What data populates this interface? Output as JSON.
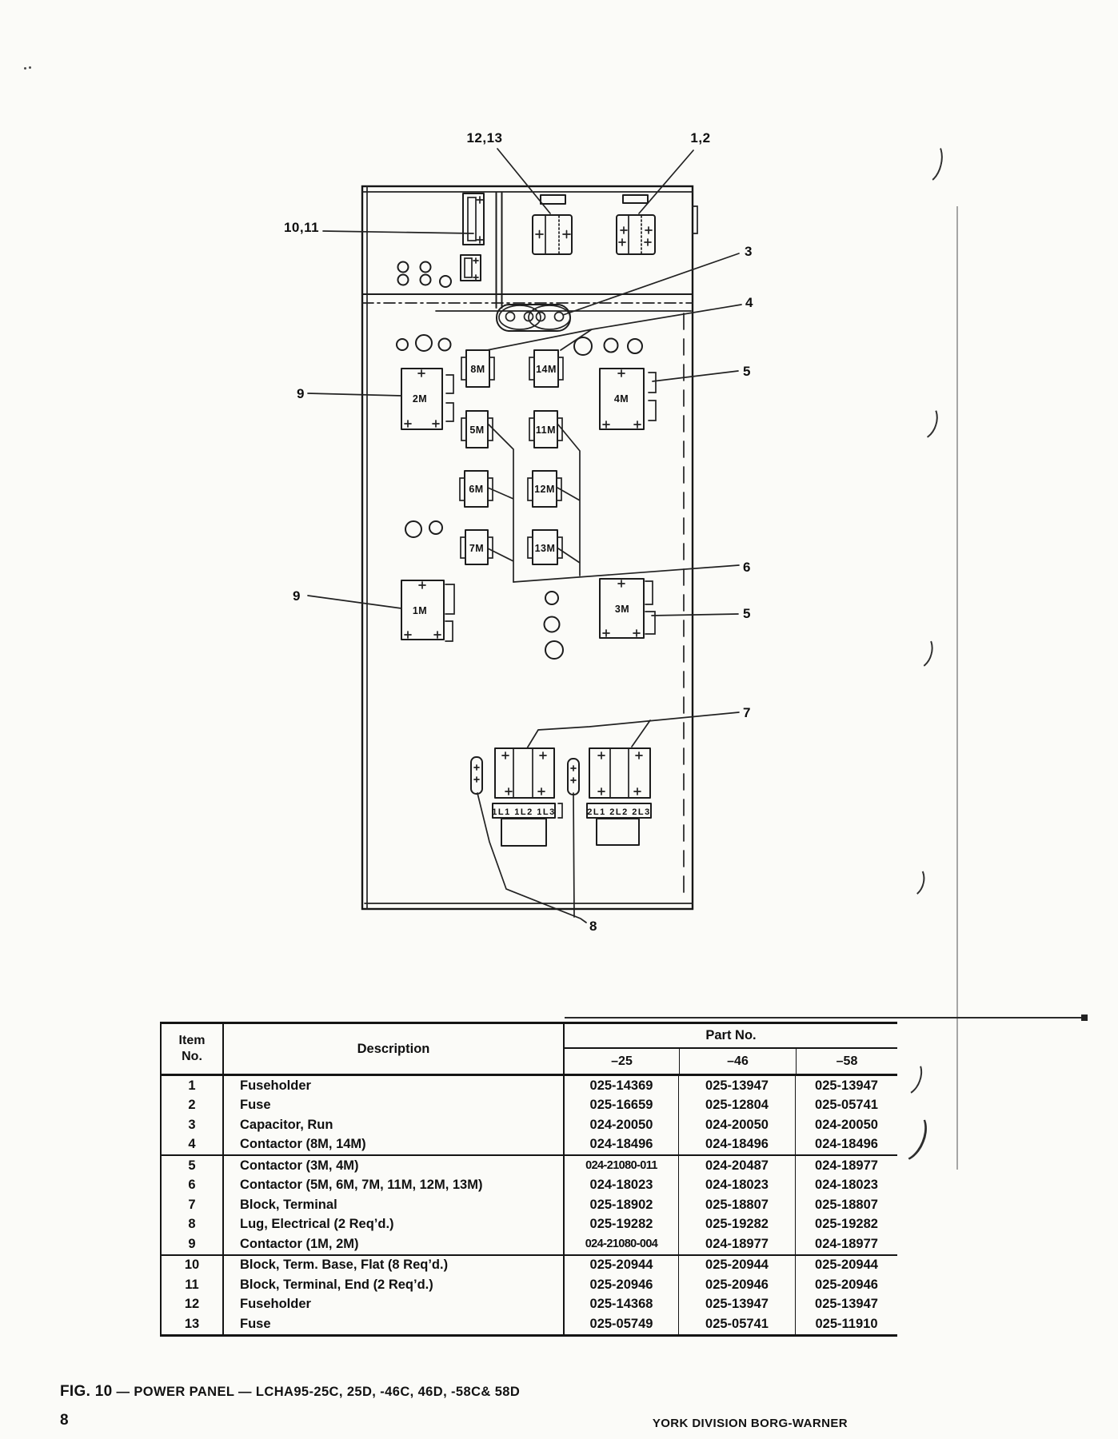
{
  "diagram": {
    "callouts": {
      "c12_13": "12,13",
      "c1_2": "1,2",
      "c10_11": "10,11",
      "c3": "3",
      "c4": "4",
      "c5_top": "5",
      "c9_top": "9",
      "c6": "6",
      "c9_bottom": "9",
      "c5_bottom": "5",
      "c7": "7",
      "c8": "8"
    },
    "contactors": {
      "m8": "8M",
      "m14": "14M",
      "m2": "2M",
      "m4": "4M",
      "m5": "5M",
      "m11": "11M",
      "m6": "6M",
      "m12": "12M",
      "m7": "7M",
      "m13": "13M",
      "m1": "1M",
      "m3": "3M"
    },
    "terminal_strips": {
      "left": "1L1  1L2  1L3",
      "right": "2L1 2L2 2L3"
    }
  },
  "table": {
    "header": {
      "item_line1": "Item",
      "item_line2": "No.",
      "description": "Description",
      "part_no": "Part No.",
      "col_25": "–25",
      "col_46": "–46",
      "col_58": "–58"
    },
    "rows": [
      {
        "item": "1",
        "desc": "Fuseholder",
        "p25": "025-14369",
        "p46": "025-13947",
        "p58": "025-13947"
      },
      {
        "item": "2",
        "desc": "Fuse",
        "p25": "025-16659",
        "p46": "025-12804",
        "p58": "025-05741"
      },
      {
        "item": "3",
        "desc": "Capacitor, Run",
        "p25": "024-20050",
        "p46": "024-20050",
        "p58": "024-20050"
      },
      {
        "item": "4",
        "desc": "Contactor (8M, 14M)",
        "p25": "024-18496",
        "p46": "024-18496",
        "p58": "024-18496"
      },
      {
        "item": "5",
        "desc": "Contactor (3M, 4M)",
        "p25": "024-21080-011",
        "p46": "024-20487",
        "p58": "024-18977"
      },
      {
        "item": "6",
        "desc": "Contactor (5M, 6M, 7M, 11M, 12M, 13M)",
        "p25": "024-18023",
        "p46": "024-18023",
        "p58": "024-18023"
      },
      {
        "item": "7",
        "desc": "Block, Terminal",
        "p25": "025-18902",
        "p46": "025-18807",
        "p58": "025-18807"
      },
      {
        "item": "8",
        "desc": "Lug, Electrical (2 Req’d.)",
        "p25": "025-19282",
        "p46": "025-19282",
        "p58": "025-19282"
      },
      {
        "item": "9",
        "desc": "Contactor (1M, 2M)",
        "p25": "024-21080-004",
        "p46": "024-18977",
        "p58": "024-18977"
      },
      {
        "item": "10",
        "desc": "Block, Term. Base, Flat (8 Req’d.)",
        "p25": "025-20944",
        "p46": "025-20944",
        "p58": "025-20944"
      },
      {
        "item": "11",
        "desc": "Block, Terminal, End (2 Req’d.)",
        "p25": "025-20946",
        "p46": "025-20946",
        "p58": "025-20946"
      },
      {
        "item": "12",
        "desc": "Fuseholder",
        "p25": "025-14368",
        "p46": "025-13947",
        "p58": "025-13947"
      },
      {
        "item": "13",
        "desc": "Fuse",
        "p25": "025-05749",
        "p46": "025-05741",
        "p58": "025-11910"
      }
    ]
  },
  "caption": {
    "fig": "FIG. 10",
    "text": " — POWER PANEL — LCHA95-25C, 25D, -46C, 46D, -58C& 58D"
  },
  "footer": {
    "page": "8",
    "right": "YORK DIVISION BORG-WARNER"
  }
}
